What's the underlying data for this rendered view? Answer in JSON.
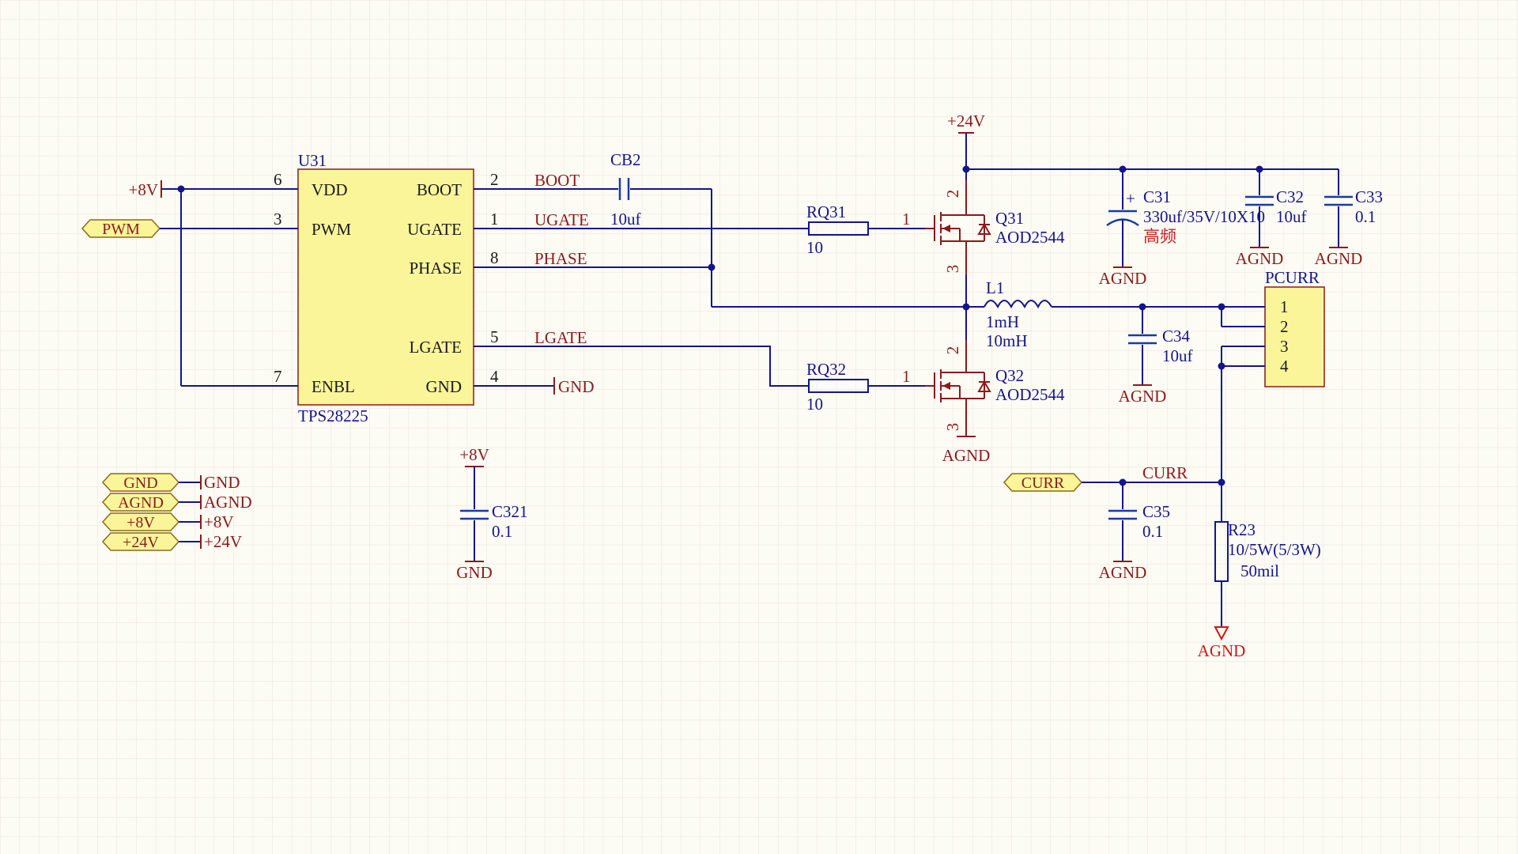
{
  "ic": {
    "ref": "U31",
    "part": "TPS28225",
    "pins_left": [
      {
        "name": "VDD",
        "num": "6"
      },
      {
        "name": "PWM",
        "num": "3"
      },
      {
        "name": "ENBL",
        "num": "7"
      }
    ],
    "pins_right": [
      {
        "name": "BOOT",
        "num": "2"
      },
      {
        "name": "UGATE",
        "num": "1"
      },
      {
        "name": "PHASE",
        "num": "8"
      },
      {
        "name": "LGATE",
        "num": "5"
      },
      {
        "name": "GND",
        "num": "4"
      }
    ]
  },
  "nets": {
    "boot": "BOOT",
    "ugate": "UGATE",
    "phase": "PHASE",
    "lgate": "LGATE",
    "curr": "CURR"
  },
  "power": {
    "p8v_left": "+8V",
    "gnd_ic": "GND",
    "p24v": "+24V",
    "agnd_c31": "AGND",
    "agnd_c32": "AGND",
    "agnd_c33": "AGND",
    "agnd_c34": "AGND",
    "agnd_q32": "AGND",
    "agnd_c35": "AGND",
    "agnd_r23": "AGND",
    "p8v_c321": "+8V",
    "gnd_c321": "GND"
  },
  "ports": {
    "pwm": "PWM",
    "curr": "CURR",
    "legend": [
      {
        "port": "GND",
        "net": "GND"
      },
      {
        "port": "AGND",
        "net": "AGND"
      },
      {
        "port": "+8V",
        "net": "+8V"
      },
      {
        "port": "+24V",
        "net": "+24V"
      }
    ]
  },
  "components": {
    "cb2": {
      "ref": "CB2",
      "value": "10uf"
    },
    "rq31": {
      "ref": "RQ31",
      "value": "10",
      "pin": "1"
    },
    "rq32": {
      "ref": "RQ32",
      "value": "10",
      "pin": "1"
    },
    "q31": {
      "ref": "Q31",
      "part": "AOD2544",
      "pin_d": "2",
      "pin_s": "3"
    },
    "q32": {
      "ref": "Q32",
      "part": "AOD2544",
      "pin_d": "2",
      "pin_s": "3"
    },
    "c31": {
      "ref": "C31",
      "value": "330uf/35V/10X10",
      "note": "高频",
      "plus": "+"
    },
    "c32": {
      "ref": "C32",
      "value": "10uf"
    },
    "c33": {
      "ref": "C33",
      "value": "0.1"
    },
    "l1": {
      "ref": "L1",
      "value1": "1mH",
      "value2": "10mH"
    },
    "c34": {
      "ref": "C34",
      "value": "10uf"
    },
    "pcurr": {
      "ref": "PCURR",
      "pins": [
        "1",
        "2",
        "3",
        "4"
      ]
    },
    "c35": {
      "ref": "C35",
      "value": "0.1"
    },
    "r23": {
      "ref": "R23",
      "value": "10/5W(5/3W)",
      "note": "50mil"
    },
    "c321": {
      "ref": "C321",
      "value": "0.1"
    }
  },
  "colors": {
    "background": "#fcfbf4",
    "wire": "#14148c",
    "component": "#8b1a1a",
    "ic_fill": "#fbf59a",
    "net_label": "#8b1a1a"
  }
}
